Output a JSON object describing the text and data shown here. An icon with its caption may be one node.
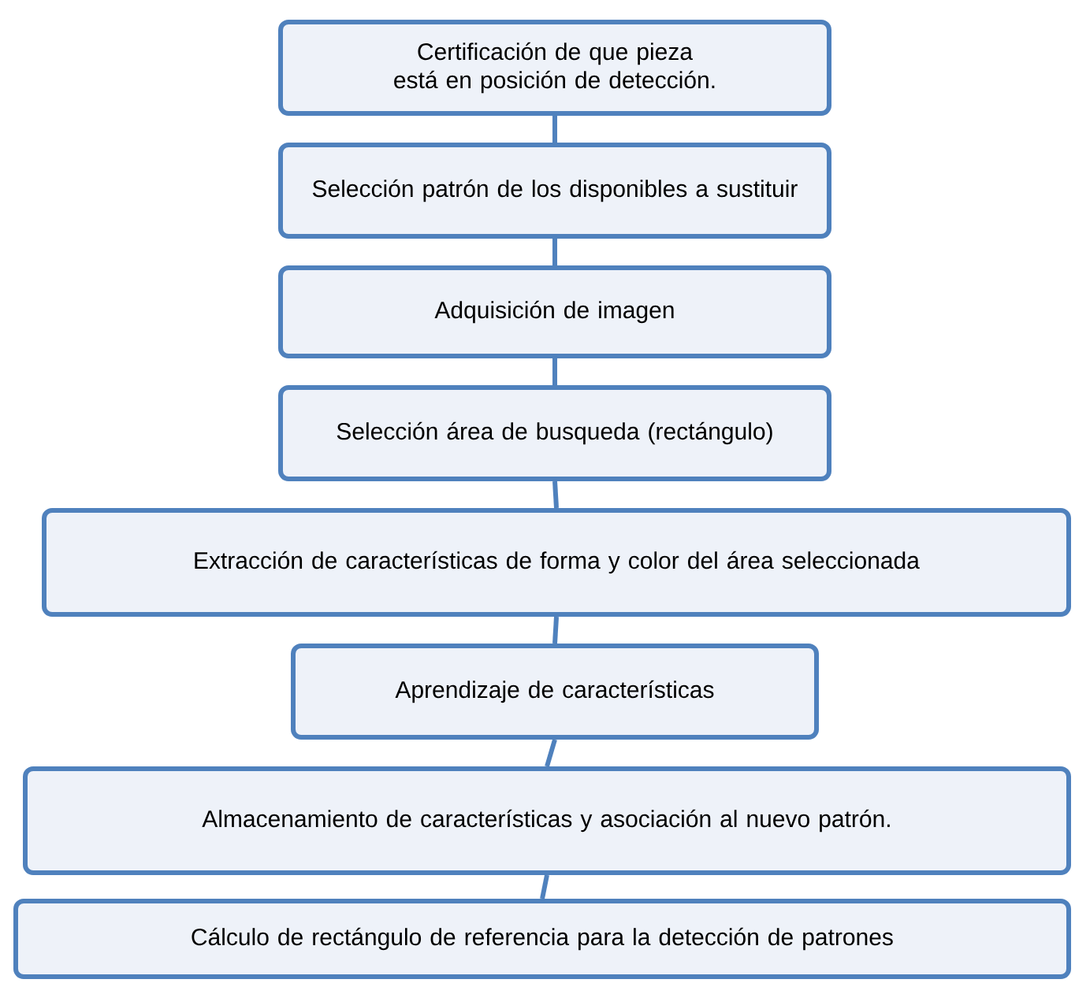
{
  "diagram": {
    "nodes": [
      {
        "text": [
          "Certificación de que pieza está en posición de detección."
        ]
      },
      {
        "text": [
          "Selección patrón de los disponibles a sustituir"
        ]
      },
      {
        "text": [
          "Adquisición de imagen"
        ]
      },
      {
        "text": [
          "Selección área de busqueda (rectángulo)"
        ]
      },
      {
        "text": [
          "Extracción de características de forma y color del área seleccionada"
        ]
      },
      {
        "text": [
          "Aprendizaje de características"
        ]
      },
      {
        "text": [
          "Almacenamiento de características y asociación al nuevo patrón."
        ]
      },
      {
        "text": [
          "Cálculo de rectángulo de referencia para la detección de patrones"
        ]
      }
    ],
    "edges": [
      {
        "from": 0,
        "to": 1,
        "arrow": "none"
      },
      {
        "from": 1,
        "to": 2,
        "arrow": "none"
      },
      {
        "from": 2,
        "to": 3,
        "arrow": "none"
      },
      {
        "from": 3,
        "to": 4,
        "arrow": "none"
      },
      {
        "from": 4,
        "to": 5,
        "arrow": "none"
      },
      {
        "from": 5,
        "to": 6,
        "arrow": "none"
      },
      {
        "from": 6,
        "to": 7,
        "arrow": "none"
      }
    ]
  }
}
